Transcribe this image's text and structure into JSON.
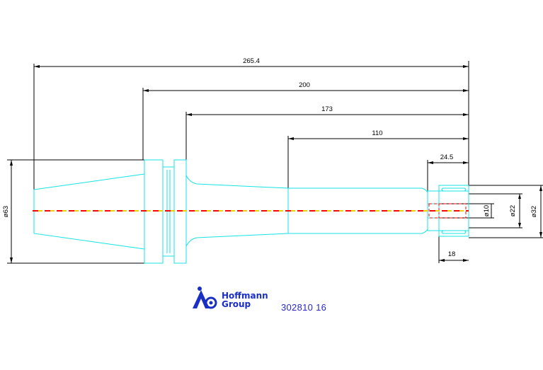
{
  "dimensions": {
    "overall_length": "265.4",
    "len_200": "200",
    "len_173": "173",
    "len_110": "110",
    "len_24_5": "24.5",
    "len_18": "18",
    "dia_63": "ø63",
    "dia_10": "ø10",
    "dia_22": "ø22",
    "dia_32": "ø32"
  },
  "brand": {
    "line1": "Hoffmann",
    "line2": "Group",
    "part_number": "302810 16",
    "color": "#1a2fc4"
  },
  "colors": {
    "geometry": "#17e3e6",
    "centerline_red": "#ff0000",
    "centerline_yellow": "#e8d200",
    "dimension": "#000000"
  }
}
